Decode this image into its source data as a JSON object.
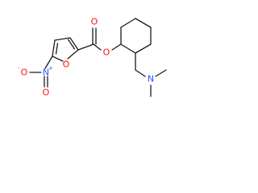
{
  "molecule": {
    "atoms": {
      "carbonyl_oxygen": "O",
      "ester_oxygen": "O",
      "furan_oxygen": "O",
      "nitro_nitrogen": "N",
      "nitro_oxygen_single": "O",
      "nitro_oxygen_double": "O",
      "amine_nitrogen": "N",
      "nitro_plus_charge": "+",
      "nitro_minus_charge": "-"
    }
  },
  "colors": {
    "bond": "#1a1a1a",
    "oxygen": "#ff0d0d",
    "nitrogen": "#3050f8"
  }
}
